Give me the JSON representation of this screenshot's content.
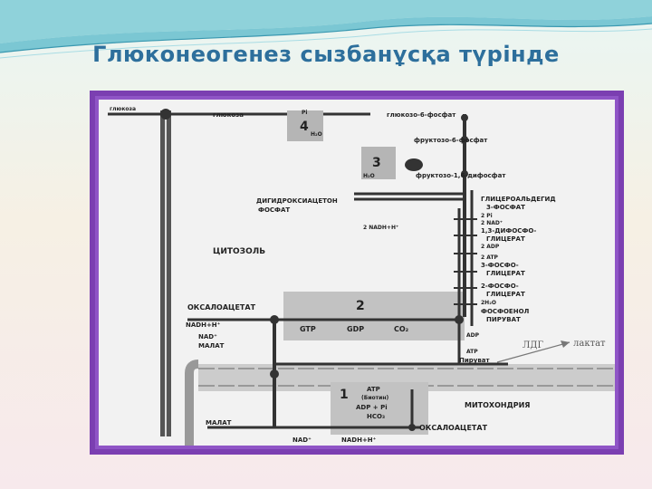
{
  "slide": {
    "title": "Глюконеогенез сызбанұсқа түрінде"
  },
  "diagram": {
    "left_labels": {
      "glucose_out": "глюкоза",
      "cytosol": "ЦИТОЗОЛЬ",
      "oxaloacetate": "ОКСАЛОАЦЕТАТ",
      "nadh": "NADH+H⁺",
      "nad": "NAD⁺",
      "malate": "МАЛАТ",
      "malate_mito": "МАЛАТ",
      "nad_bottom": "NAD⁺",
      "nadh_bottom": "NADH+H⁺"
    },
    "top_labels": {
      "glucose": "глюкоза",
      "g6p": "глюкозо-6-фосфат",
      "f6p": "фруктозо-6-фосфат",
      "f16bp": "фруктозо-1,6-дифосфат",
      "pi": "Pi",
      "h2o_top": "H₂O",
      "h2o_mid": "H₂O"
    },
    "step_numbers": {
      "s1": "1",
      "s2": "2",
      "s3": "3",
      "s4": "4"
    },
    "middle_labels": {
      "dhap_1": "ДИГИДРОКСИАЦЕТОН",
      "dhap_2": "ФОСФАТ",
      "nadh_mid": "2 NADH+H⁺",
      "gtp": "GTP",
      "gdp": "GDP",
      "co2": "CO₂"
    },
    "right_labels": {
      "g3p_1": "ГЛИЦЕРОАЛЬДЕГИД",
      "g3p_2": "3-ФОСФАТ",
      "pi2": "2 Pi",
      "nad2": "2 NAD⁺",
      "bpg_1": "1,3-ДИФОСФО-",
      "bpg_2": "ГЛИЦЕРАТ",
      "adp2": "2 ADP",
      "atp2": "2 ATP",
      "pg3_1": "3-ФОСФО-",
      "pg3_2": "ГЛИЦЕРАТ",
      "pg2_1": "2-ФОСФО-",
      "pg2_2": "ГЛИЦЕРАТ",
      "h2o_2": "2H₂O",
      "pep_1": "ФОСФОЕНОЛ",
      "pep_2": "ПИРУВАТ",
      "adp": "ADP",
      "atp": "ATP",
      "pyruvate": "Пируват",
      "ldg": "ЛДГ",
      "lactate": "лактат"
    },
    "mito_labels": {
      "mitochondria": "МИТОХОНДРИЯ",
      "atp": "ATP",
      "biotin": "(Биотин)",
      "adp_pi": "ADP + Pi",
      "hco3": "HCO₃",
      "oxaloacetate": "ОКСАЛОАЦЕТАТ"
    }
  }
}
